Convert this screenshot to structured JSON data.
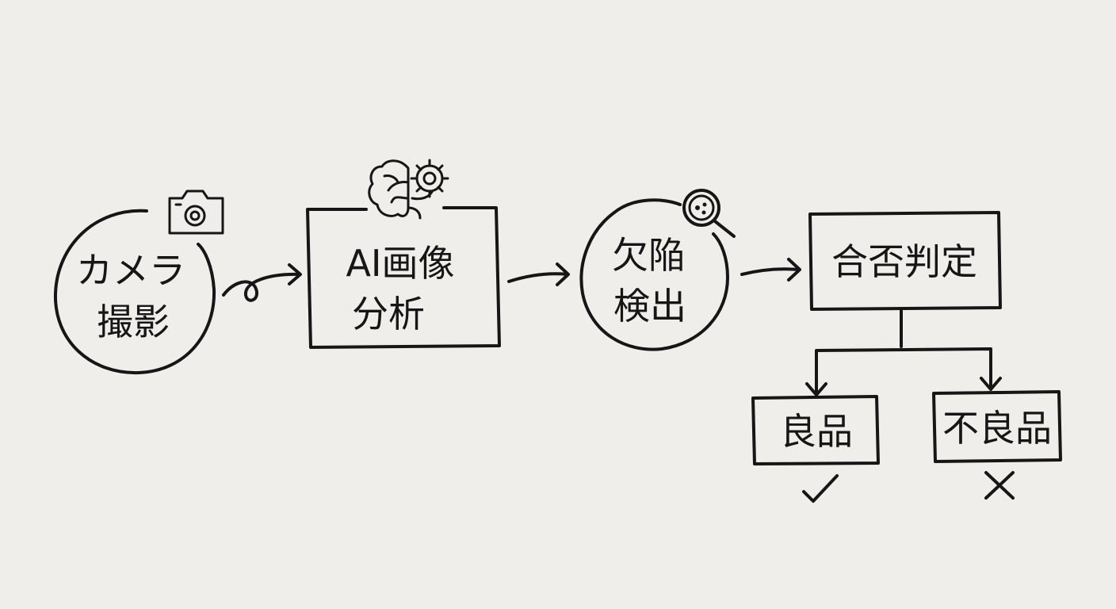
{
  "nodes": {
    "camera": {
      "line1": "カメラ",
      "line2": "撮影",
      "icon": "camera-icon"
    },
    "ai": {
      "line1": "AI画像",
      "line2": "分析",
      "icon": "brain-gear-icon"
    },
    "defect": {
      "line1": "欠陥",
      "line2": "検出",
      "icon": "magnifier-icon"
    },
    "judge": {
      "label": "合否判定"
    },
    "good": {
      "label": "良品",
      "mark": "check-icon"
    },
    "bad": {
      "label": "不良品",
      "mark": "cross-icon"
    }
  },
  "colors": {
    "background": "#efeeea",
    "ink": "#161616"
  }
}
